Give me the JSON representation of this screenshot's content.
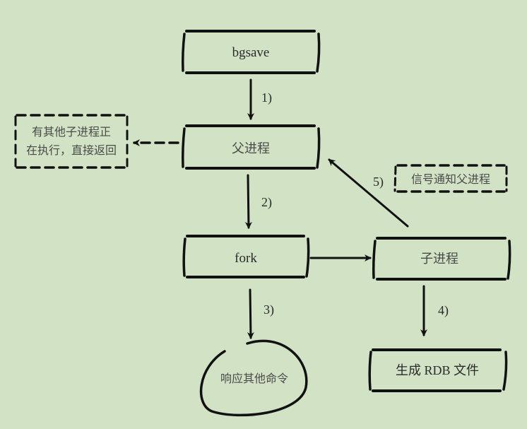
{
  "nodes": {
    "bgsave": "bgsave",
    "parent": "父进程",
    "fork": "fork",
    "child": "子进程",
    "other_child_line1": "有其他子进程正",
    "other_child_line2": "在执行，直接返回",
    "respond": "响应其他命令",
    "rdb": "生成 RDB 文件",
    "signal": "信号通知父进程"
  },
  "steps": {
    "s1": "1)",
    "s2": "2)",
    "s3": "3)",
    "s4": "4)",
    "s5": "5)"
  },
  "colors": {
    "background": "#d2e2c5",
    "ink": "#111111"
  }
}
